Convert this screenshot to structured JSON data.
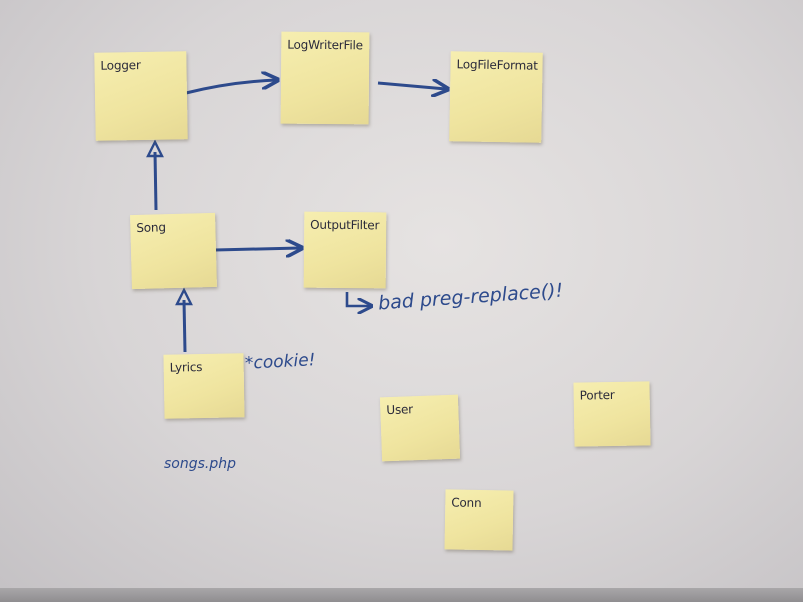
{
  "notes": {
    "logger": {
      "title": "Logger"
    },
    "logwriterfile": {
      "title": "LogWriterFile"
    },
    "logfileformat": {
      "title": "LogFileFormat"
    },
    "song": {
      "title": "Song"
    },
    "outputfilter": {
      "title": "OutputFilter"
    },
    "lyrics": {
      "title": "Lyrics"
    },
    "user": {
      "title": "User"
    },
    "porter": {
      "title": "Porter"
    },
    "conn": {
      "title": "Conn"
    }
  },
  "annotations": {
    "preg_replace": "bad preg-replace()!",
    "cookie": "*cookie!",
    "songs_php": "songs.php"
  },
  "colors": {
    "marker": "#2d4a8c",
    "sticky_note": "#f2e8a4",
    "whiteboard": "#dedbdb"
  }
}
